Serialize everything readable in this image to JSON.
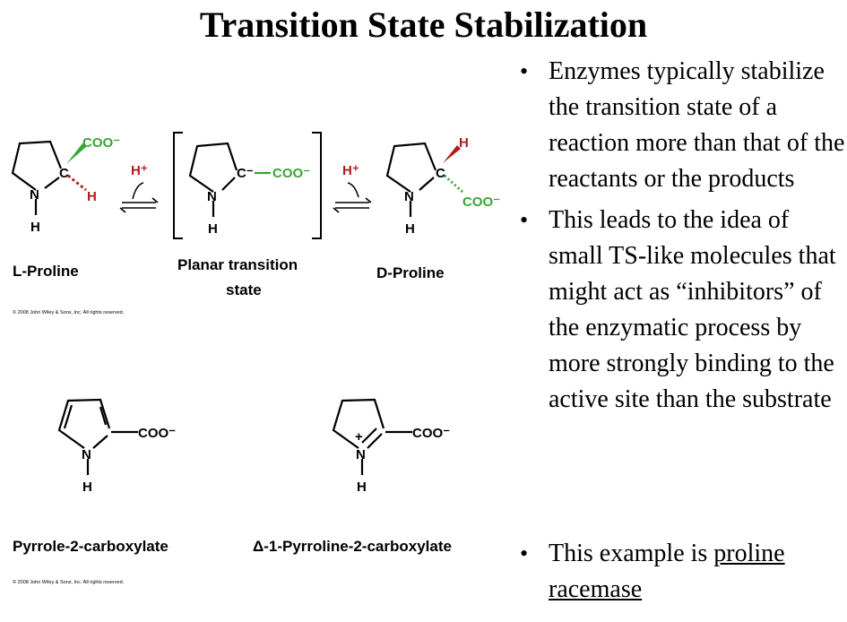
{
  "title": "Transition State Stabilization",
  "diagram": {
    "molecules": {
      "l_proline": "L-Proline",
      "planar_ts_line1": "Planar transition",
      "planar_ts_line2": "state",
      "d_proline": "D-Proline",
      "pyrrole": "Pyrrole-2-carboxylate",
      "pyrroline": "Δ-1-Pyrroline-2-carboxylate"
    },
    "atoms": {
      "coo": "COO⁻",
      "n": "N",
      "h": "H",
      "c": "C",
      "c_minus": "C⁻",
      "h_plus": "H⁺",
      "plus": "+"
    },
    "copyright": "© 2008 John Wiley & Sons, Inc. All rights reserved.",
    "colors": {
      "green": "#3aa535",
      "red": "#b01c1c",
      "black": "#000000"
    }
  },
  "bullets": [
    "Enzymes typically stabilize the transition state of a reaction more than that of the reactants or the products",
    "This leads to the idea of small TS-like molecules that might act as “inhibitors” of the enzymatic process by more strongly binding to the active site than the substrate"
  ],
  "bullet3": {
    "prefix": "This example is ",
    "link": "proline racemase"
  }
}
